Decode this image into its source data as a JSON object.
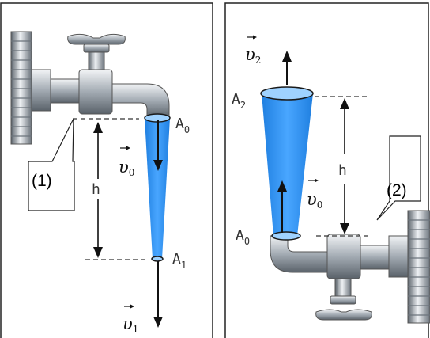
{
  "colors": {
    "water": "#2a8be8",
    "water_rim": "#9fd2ff",
    "metal": "#9aa2aa",
    "metal_dark": "#5e666e",
    "metal_light": "#e6eaee",
    "frame": "#222222"
  },
  "left": {
    "h": "h",
    "top_area": {
      "letter": "A",
      "index": "0"
    },
    "bottom_area": {
      "letter": "A",
      "index": "1"
    },
    "v0": {
      "letter": "υ",
      "index": "0"
    },
    "v1": {
      "letter": "υ",
      "index": "1"
    },
    "callout": "(1)"
  },
  "right": {
    "h": "h",
    "top_area": {
      "letter": "A",
      "index": "2"
    },
    "bottom_area": {
      "letter": "A",
      "index": "0"
    },
    "v0": {
      "letter": "υ",
      "index": "0"
    },
    "v2": {
      "letter": "υ",
      "index": "2"
    },
    "callout": "(2)"
  }
}
